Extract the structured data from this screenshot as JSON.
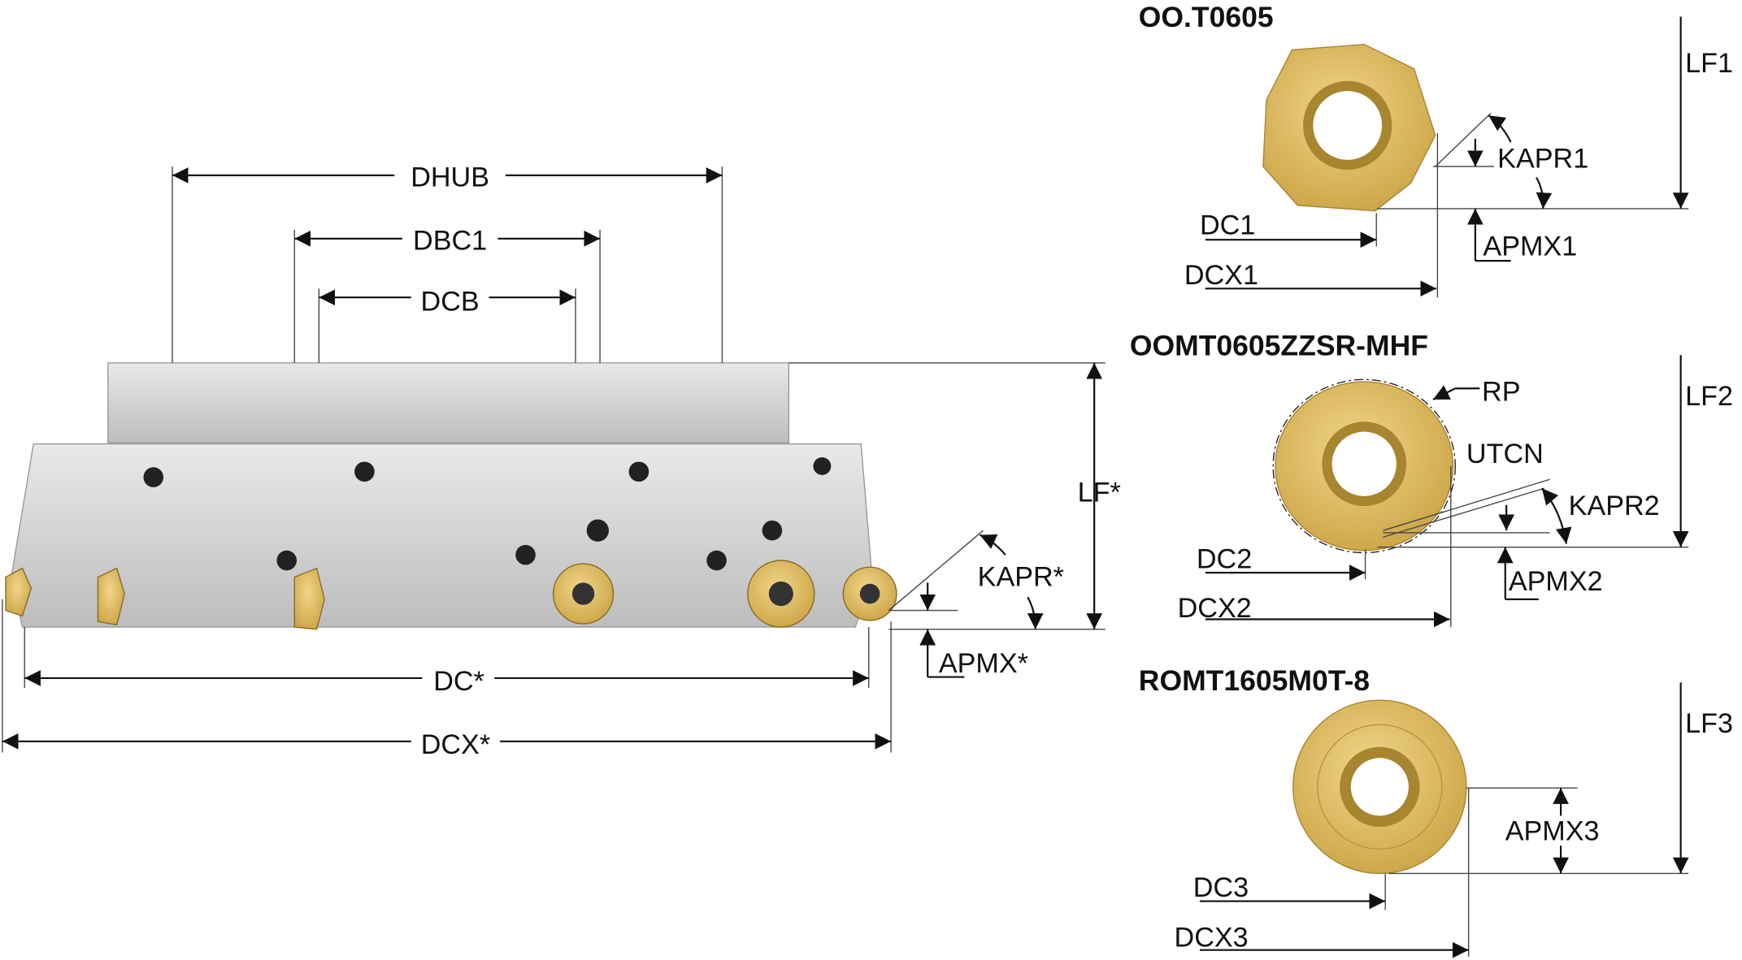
{
  "cutter": {
    "labels": {
      "dhub": "DHUB",
      "dbc1": "DBC1",
      "dcb": "DCB",
      "lf": "LF*",
      "kapr": "KAPR*",
      "apmx": "APMX*",
      "dc": "DC*",
      "dcx": "DCX*"
    }
  },
  "inserts": [
    {
      "title": "OO.T0605",
      "labels": {
        "lf": "LF1",
        "kapr": "KAPR1",
        "dc": "DC1",
        "dcx": "DCX1",
        "apmx": "APMX1"
      }
    },
    {
      "title": "OOMT0605ZZSR-MHF",
      "labels": {
        "rp": "RP",
        "utcn": "UTCN",
        "kapr": "KAPR2",
        "lf": "LF2",
        "dc": "DC2",
        "dcx": "DCX2",
        "apmx": "APMX2"
      }
    },
    {
      "title": "ROMT1605M0T-8",
      "labels": {
        "lf": "LF3",
        "apmx": "APMX3",
        "dc": "DC3",
        "dcx": "DCX3"
      }
    }
  ],
  "colors": {
    "insert_gold": "#e2c066",
    "insert_edge": "#b08a2c",
    "body_gray": "#d6d6d6"
  }
}
